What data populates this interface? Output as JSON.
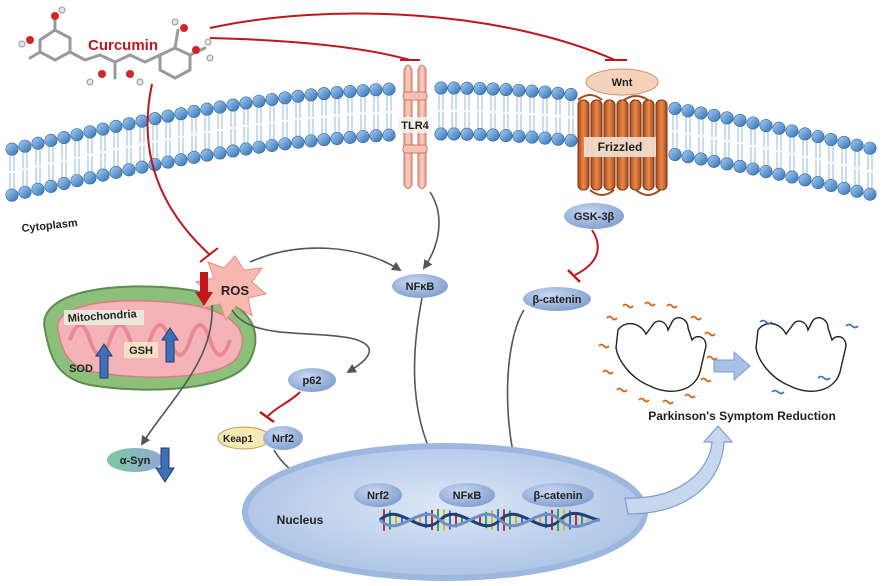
{
  "labels": {
    "curcumin": "Curcumin",
    "cytoplasm": "Cytoplasm",
    "tlr4": "TLR4",
    "wnt": "Wnt",
    "frizzled": "Frizzled",
    "gsk3b": "GSK-3β",
    "ros": "ROS",
    "mitochondria": "Mitochondria",
    "gsh": "GSH",
    "sod": "SOD",
    "nfkb_cyto": "NFκB",
    "beta_catenin_cyto": "β-catenin",
    "p62": "p62",
    "keap1": "Keap1",
    "nrf2_cyto": "Nrf2",
    "alpha_syn": "α-Syn",
    "nucleus": "Nucleus",
    "nrf2_nuc": "Nrf2",
    "nfkb_nuc": "NFκB",
    "beta_catenin_nuc": "β-catenin",
    "symptom": "Parkinson's Symptom Reduction"
  },
  "colors": {
    "inhibition": "#c0161c",
    "activation": "#555555",
    "membrane_head": "#4f8fcf",
    "protein_oval": "#8fa9d6",
    "nucleus": "#b9cdea",
    "mitochondria_outer": "#8cc07a",
    "mitochondria_inner": "#f3b3b8",
    "receptor_orange": "#d2691e",
    "tlr4_pink": "#f0b4a4",
    "up_arrow": "#3f6fb5",
    "ros_burst": "#f7b8b0"
  },
  "icons": [
    "curcumin-molecule-icon",
    "hand-tremor-icon",
    "hand-calm-icon",
    "dna-helix-icon",
    "ros-burst-icon"
  ]
}
